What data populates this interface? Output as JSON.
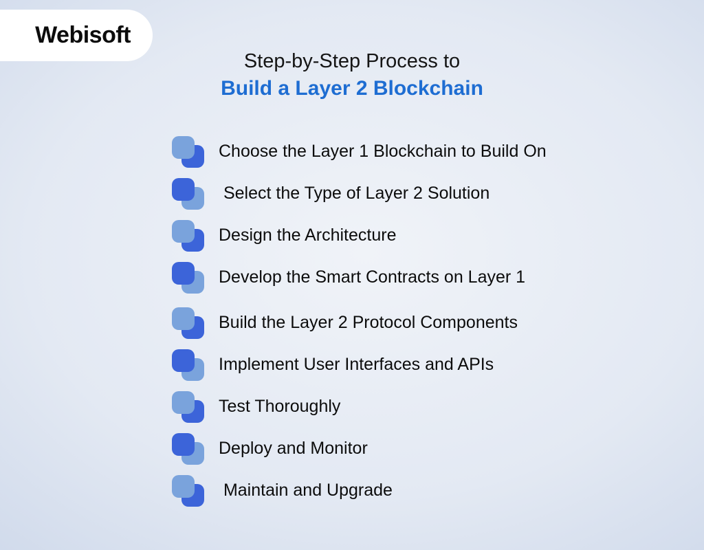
{
  "brand": {
    "logo_text": "Webisoft"
  },
  "title": {
    "line1": "Step-by-Step Process to",
    "line2": "Build a Layer 2 Blockchain"
  },
  "colors": {
    "accent_blue": "#1e6dd2",
    "icon_light": "#7aa3dc",
    "icon_dark": "#3c64d9",
    "background_center": "#f0f3f8",
    "background_edge": "#cbd6e9",
    "logo_background": "#ffffff",
    "text": "#0c0c0c"
  },
  "steps": [
    {
      "label": "Choose the Layer 1 Blockchain to Build On",
      "icon_variant": "light-front"
    },
    {
      "label": " Select the Type of Layer 2 Solution",
      "icon_variant": "dark-front"
    },
    {
      "label": "Design the Architecture",
      "icon_variant": "light-front"
    },
    {
      "label": "Develop the Smart Contracts on Layer 1",
      "icon_variant": "dark-front"
    },
    {
      "label": "Build the Layer 2 Protocol Components",
      "icon_variant": "light-front"
    },
    {
      "label": "Implement User Interfaces and APIs",
      "icon_variant": "dark-front"
    },
    {
      "label": "Test Thoroughly",
      "icon_variant": "light-front"
    },
    {
      "label": "Deploy and Monitor",
      "icon_variant": "dark-front"
    },
    {
      "label": " Maintain and Upgrade",
      "icon_variant": "light-front"
    }
  ]
}
